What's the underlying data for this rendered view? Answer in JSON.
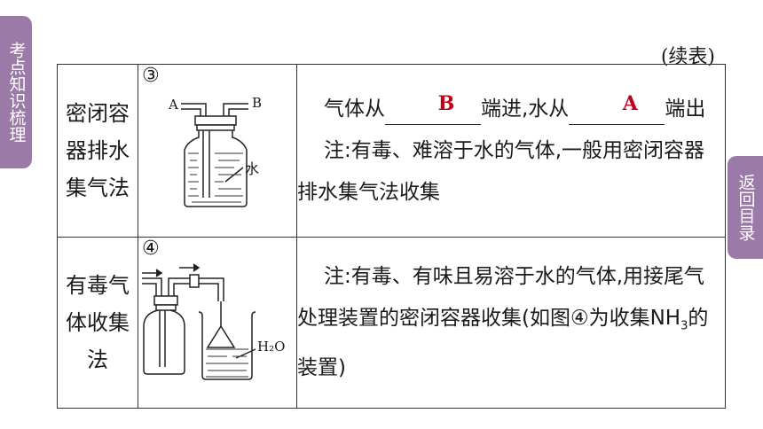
{
  "side_tabs": {
    "left": "考点知识梳理",
    "right": "返回目录"
  },
  "continued_label": "(续表)",
  "rows": [
    {
      "method": "密闭容器排水集气法",
      "figure": {
        "number": "③",
        "label_a": "A",
        "label_b": "B",
        "label_water": "水"
      },
      "line1": {
        "before": "气体从",
        "answer1": "B",
        "middle": "端进,水从",
        "answer2": "A",
        "after": "端出"
      },
      "note": "注:有毒、难溶于水的气体,一般用密闭容器排水集气法收集"
    },
    {
      "method": "有毒气体收集法",
      "figure": {
        "number": "④",
        "label_h2o": "H₂O"
      },
      "note_before": "注:有毒、有味且易溶于水的气体,用接尾气处理装置的密闭容器收集(如图④为收集NH",
      "note_sub": "3",
      "note_after": "的装置)"
    }
  ]
}
